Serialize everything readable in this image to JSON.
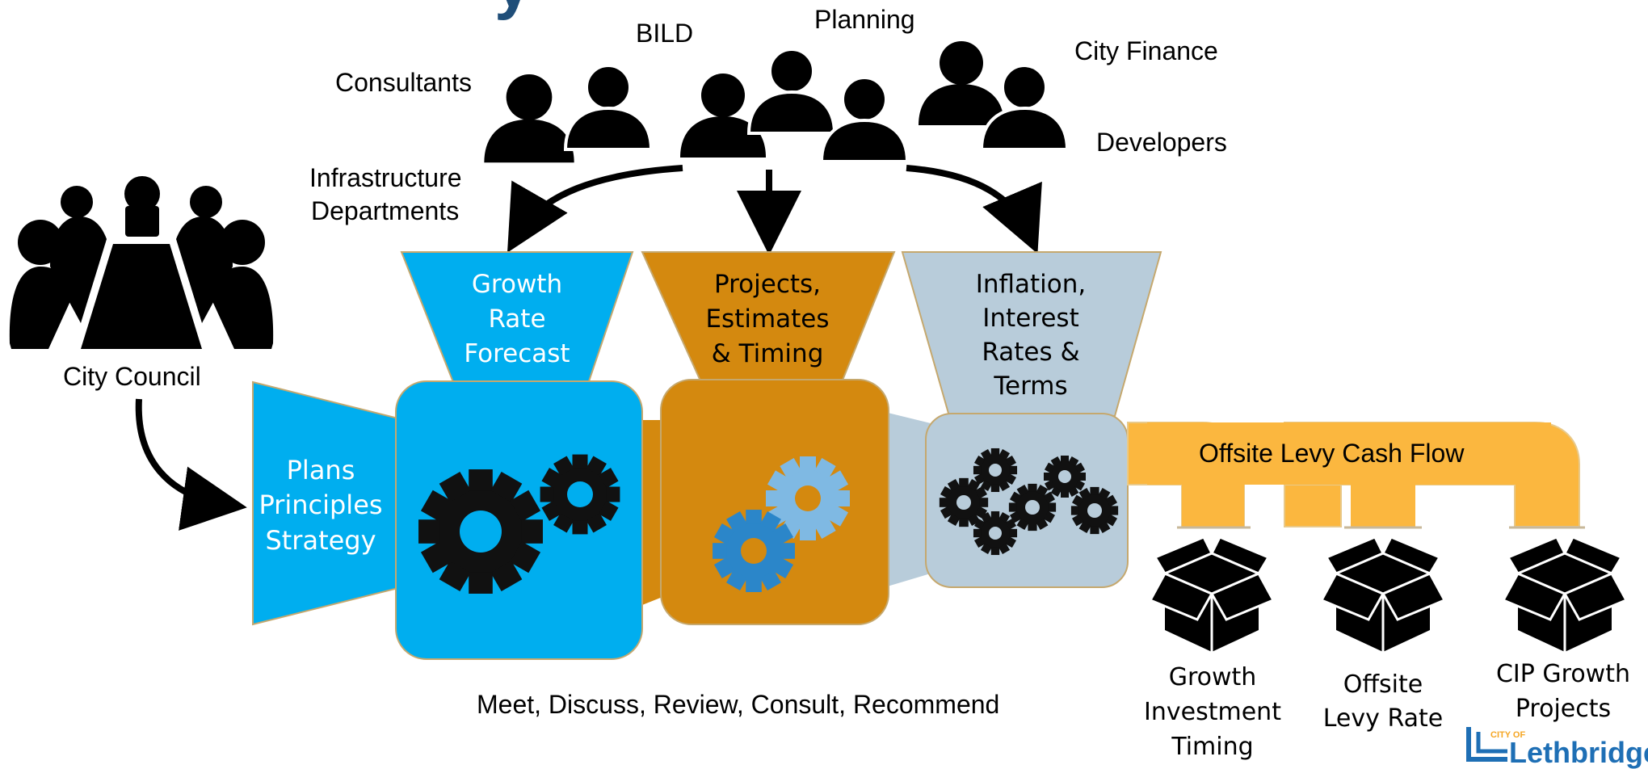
{
  "title_fragment": "y",
  "stakeholders": {
    "consultants": "Consultants",
    "bild": "BILD",
    "planning": "Planning",
    "city_finance": "City Finance",
    "developers": "Developers",
    "infrastructure_line1": "Infrastructure",
    "infrastructure_line2": "Departments"
  },
  "council": {
    "label": "City Council"
  },
  "plans_funnel": {
    "lines": [
      "Plans",
      "Principles",
      "Strategy"
    ]
  },
  "inputs": {
    "growth": {
      "lines": [
        "Growth",
        "Rate",
        "Forecast"
      ]
    },
    "projects": {
      "lines": [
        "Projects,",
        "Estimates",
        "& Timing"
      ]
    },
    "inflation": {
      "lines": [
        "Inflation,",
        "Interest",
        "Rates &",
        "Terms"
      ]
    }
  },
  "process_caption": "Meet, Discuss, Review, Consult, Recommend",
  "cash_flow": {
    "label": "Offsite Levy Cash Flow"
  },
  "outputs": {
    "growth_investment": {
      "lines": [
        "Growth",
        "Investment",
        "Timing"
      ]
    },
    "offsite_levy": {
      "lines": [
        "Offsite",
        "Levy Rate"
      ]
    },
    "cip_growth": {
      "lines": [
        "CIP Growth",
        "Projects"
      ]
    }
  },
  "logo": {
    "small": "CITY OF",
    "name": "Lethbridge"
  },
  "colors": {
    "cyan": "#00AEEF",
    "orange": "#D4890F",
    "grey_blue": "#B8CCDA",
    "yellow": "#FBB73F",
    "logo_blue": "#1E6FB5",
    "logo_yellow": "#F5A623"
  }
}
